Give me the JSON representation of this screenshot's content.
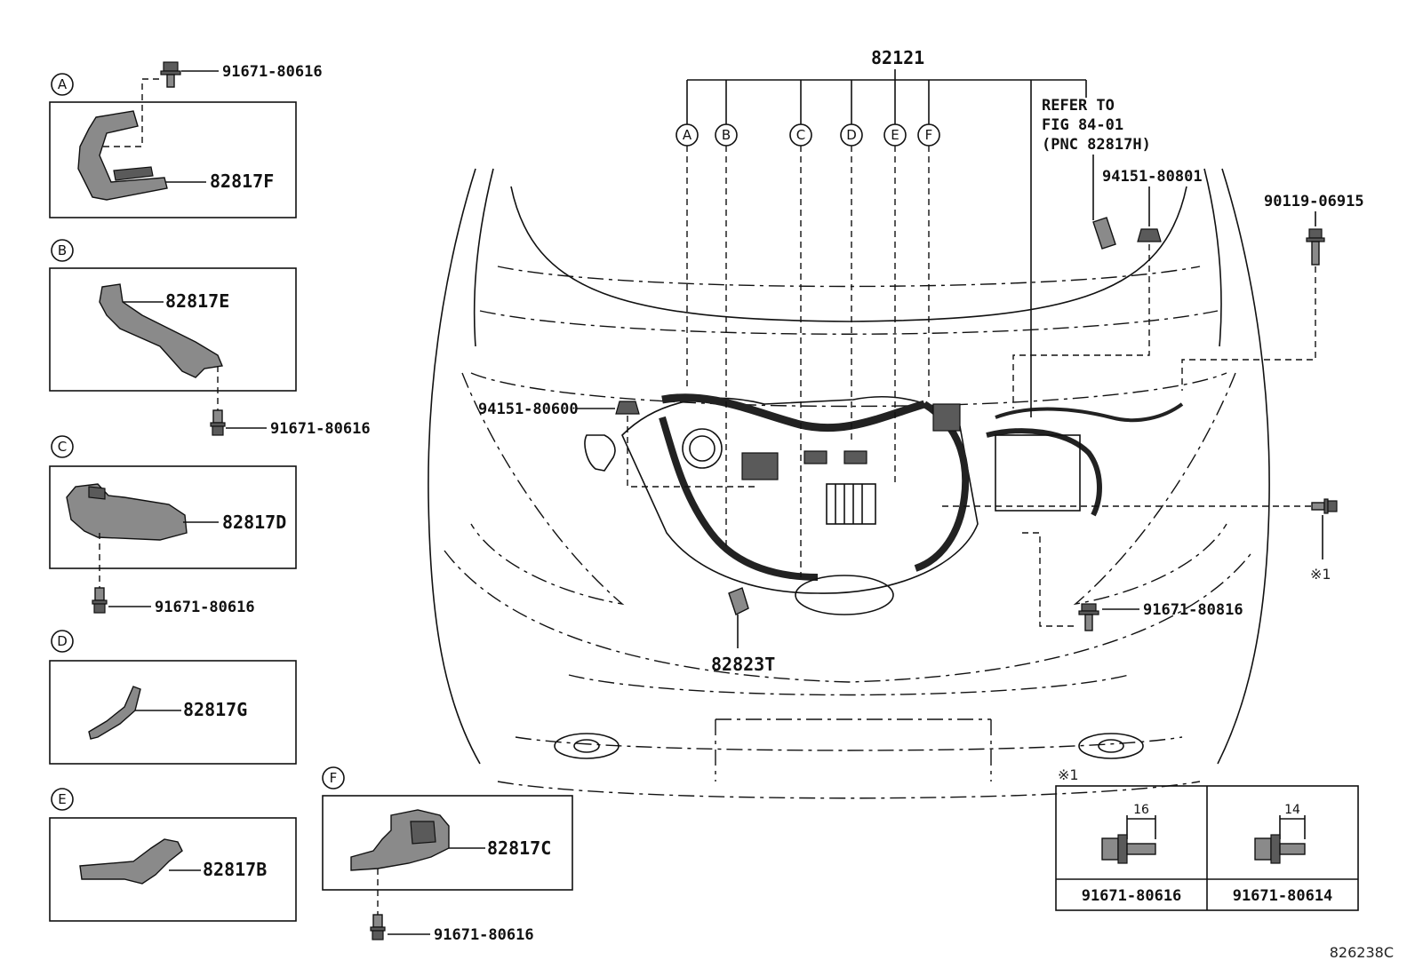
{
  "main_label": "82121",
  "refer_note": [
    "REFER TO",
    "FIG 84-01",
    "(PNC 82817H)"
  ],
  "callout_letters": [
    "A",
    "B",
    "C",
    "D",
    "E",
    "F"
  ],
  "panels": [
    {
      "letter": "A",
      "part": "82817F",
      "bolt": "91671-80616"
    },
    {
      "letter": "B",
      "part": "82817E",
      "bolt": "91671-80616"
    },
    {
      "letter": "C",
      "part": "82817D",
      "bolt": "91671-80616"
    },
    {
      "letter": "D",
      "part": "82817G"
    },
    {
      "letter": "E",
      "part": "82817B"
    },
    {
      "letter": "F",
      "part": "82817C",
      "bolt": "91671-80616"
    }
  ],
  "engine_labels": {
    "clip_left": "94151-80600",
    "clip_right": "94151-80801",
    "bolt_right": "90119-06915",
    "bolt_lower": "91671-80816",
    "protector": "82823T",
    "note_mark": "※1"
  },
  "note_table": {
    "mark": "※1",
    "cols": [
      {
        "dimension": "16",
        "part": "91671-80616"
      },
      {
        "dimension": "14",
        "part": "91671-80614"
      }
    ]
  },
  "figure_code": "826238C"
}
